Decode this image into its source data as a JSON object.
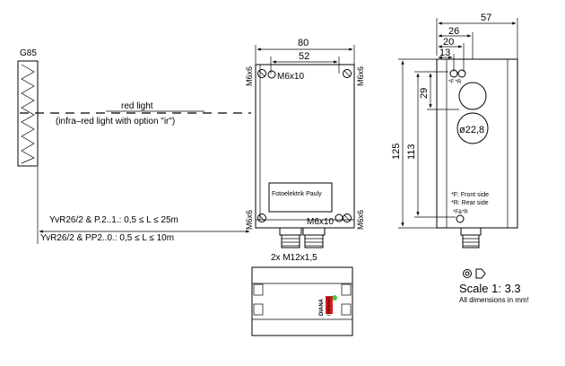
{
  "reflector": {
    "label": "G85"
  },
  "beam": {
    "line1": "red light",
    "line2": "(infra–red light with option \"ir\")"
  },
  "ranges": {
    "row1": "YvR26/2 & P.2..1.:  0,5 ≤ L ≤ 25m",
    "row2": "YvR26/2 & PP2..0.: 0,5 ≤ L ≤ 10m"
  },
  "front_view": {
    "dim_width": "80",
    "dim_hole_spacing": "52",
    "screw_label_top": "M6x10",
    "screw_label_bottom": "M6x10",
    "side_label_tl": "M6x6",
    "side_label_tr": "M6x6",
    "side_label_bl": "M6x6",
    "side_label_br": "M6x6",
    "nameplate": "Fotoelektrik Pauly",
    "glands": "2x M12x1,5"
  },
  "side_view": {
    "dim_57": "57",
    "dim_26": "26",
    "dim_20": "20",
    "dim_13": "13",
    "dim_29": "29",
    "dim_125": "125",
    "dim_113": "113",
    "lens_diameter": "ø22,8",
    "fr_marker_top": "*F *R",
    "fr_marker_bottom": "*F&*R",
    "legend_front": "*F:  Front side",
    "legend_rear": "*R:  Rear side"
  },
  "bottom_view": {
    "brand": "DIANA",
    "sub": "(optional)"
  },
  "footer": {
    "scale": "Scale  1: 3.3",
    "units": "All dimensions in mm!"
  }
}
